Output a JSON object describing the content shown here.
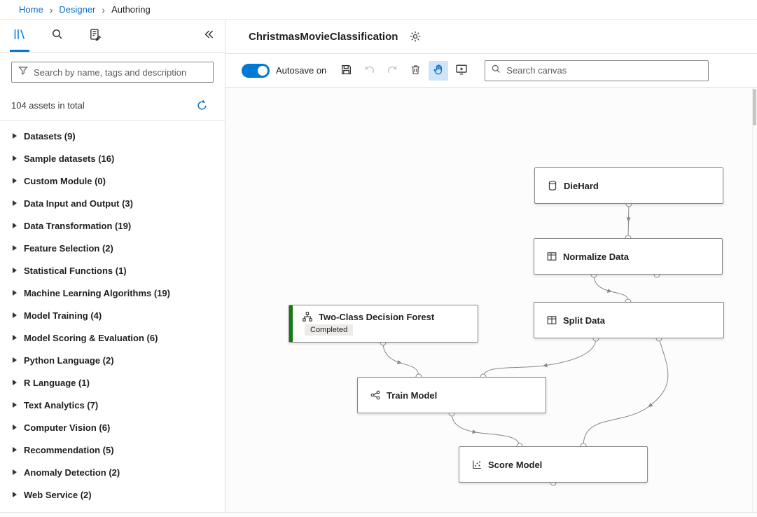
{
  "breadcrumb": {
    "items": [
      {
        "label": "Home"
      },
      {
        "label": "Designer"
      },
      {
        "label": "Authoring"
      }
    ]
  },
  "sidebar": {
    "search_placeholder": "Search by name, tags and description",
    "assets_total": "104 assets in total",
    "categories": [
      {
        "label": "Datasets (9)"
      },
      {
        "label": "Sample datasets (16)"
      },
      {
        "label": "Custom Module (0)"
      },
      {
        "label": "Data Input and Output (3)"
      },
      {
        "label": "Data Transformation (19)"
      },
      {
        "label": "Feature Selection (2)"
      },
      {
        "label": "Statistical Functions (1)"
      },
      {
        "label": "Machine Learning Algorithms (19)"
      },
      {
        "label": "Model Training (4)"
      },
      {
        "label": "Model Scoring & Evaluation (6)"
      },
      {
        "label": "Python Language (2)"
      },
      {
        "label": "R Language (1)"
      },
      {
        "label": "Text Analytics (7)"
      },
      {
        "label": "Computer Vision (6)"
      },
      {
        "label": "Recommendation (5)"
      },
      {
        "label": "Anomaly Detection (2)"
      },
      {
        "label": "Web Service (2)"
      }
    ]
  },
  "header": {
    "title": "ChristmasMovieClassification"
  },
  "toolbar": {
    "autosave_label": "Autosave on",
    "autosave_state": "on",
    "canvas_search_placeholder": "Search canvas"
  },
  "canvas": {
    "nodes": [
      {
        "label": "DieHard"
      },
      {
        "label": "Normalize Data"
      },
      {
        "label": "Two-Class Decision Forest",
        "status": "Completed"
      },
      {
        "label": "Split Data"
      },
      {
        "label": "Train Model"
      },
      {
        "label": "Score Model"
      }
    ]
  },
  "colors": {
    "accent": "#0078d4",
    "success": "#107c10",
    "link": "#0b6fc4"
  }
}
